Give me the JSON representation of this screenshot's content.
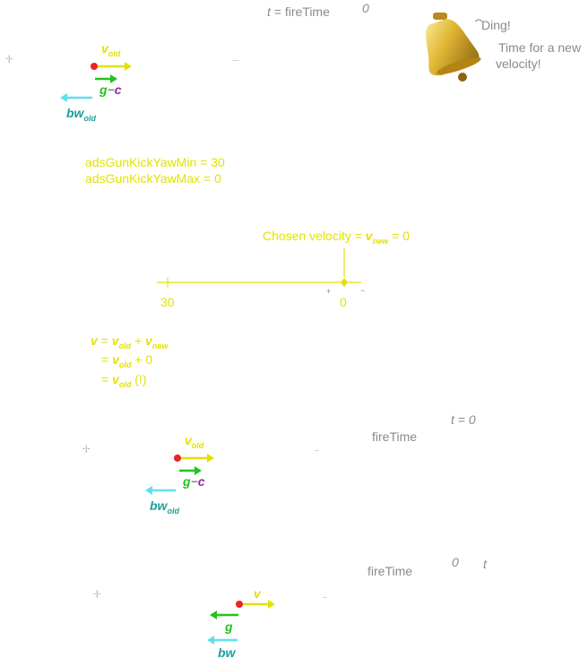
{
  "colors": {
    "yellow": "#e2e200",
    "green": "#22c31e",
    "cyan": "#5fe0ec",
    "purple": "#8b2aa8",
    "red": "#ee2222",
    "teal": "#1aa0a0",
    "gray": "#8a8a8a",
    "bell_gold": "#d9b23a"
  },
  "header": {
    "t_label": "t",
    "equals_fire": " = fireTime",
    "zero": "0"
  },
  "bell": {
    "icon": "bell-icon",
    "ding": "Ding!",
    "message_line1": "Time for a new",
    "message_line2": "velocity!"
  },
  "scene1": {
    "v_old_base": "v",
    "v_old_sub": "old",
    "g": "g",
    "minus": "−",
    "c": "c",
    "bw_base": "bw",
    "bw_sub": "old"
  },
  "params": {
    "line1": "adsGunKickYawMin = 30",
    "line2": "adsGunKickYawMax = 0"
  },
  "chosen": {
    "prefix": "Chosen velocity = ",
    "v_base": "v",
    "v_sub": "new",
    "suffix": " = 0"
  },
  "numberline": {
    "left_tick": "30",
    "right_tick": "0"
  },
  "equations": {
    "line1": {
      "v": "v",
      "eq": " = ",
      "v_old": "v",
      "v_old_sub": "old",
      "plus": " + ",
      "v_new": "v",
      "v_new_sub": "new"
    },
    "line2": {
      "eq": "= ",
      "v_old": "v",
      "v_old_sub": "old",
      "rest": " + 0"
    },
    "line3": {
      "eq": "= ",
      "v_old": "v",
      "v_old_sub": "old",
      "rest": " (!)"
    }
  },
  "scene2": {
    "fire_time": "fireTime",
    "t_label": "t",
    "eq_zero": " = 0",
    "v_old_base": "v",
    "v_old_sub": "old",
    "g": "g",
    "minus": "−",
    "c": "c",
    "bw_base": "bw",
    "bw_sub": "old"
  },
  "scene3": {
    "fire_time": "fireTime",
    "zero": "0",
    "t_label": "t",
    "v": "v",
    "g": "g",
    "bw": "bw"
  }
}
